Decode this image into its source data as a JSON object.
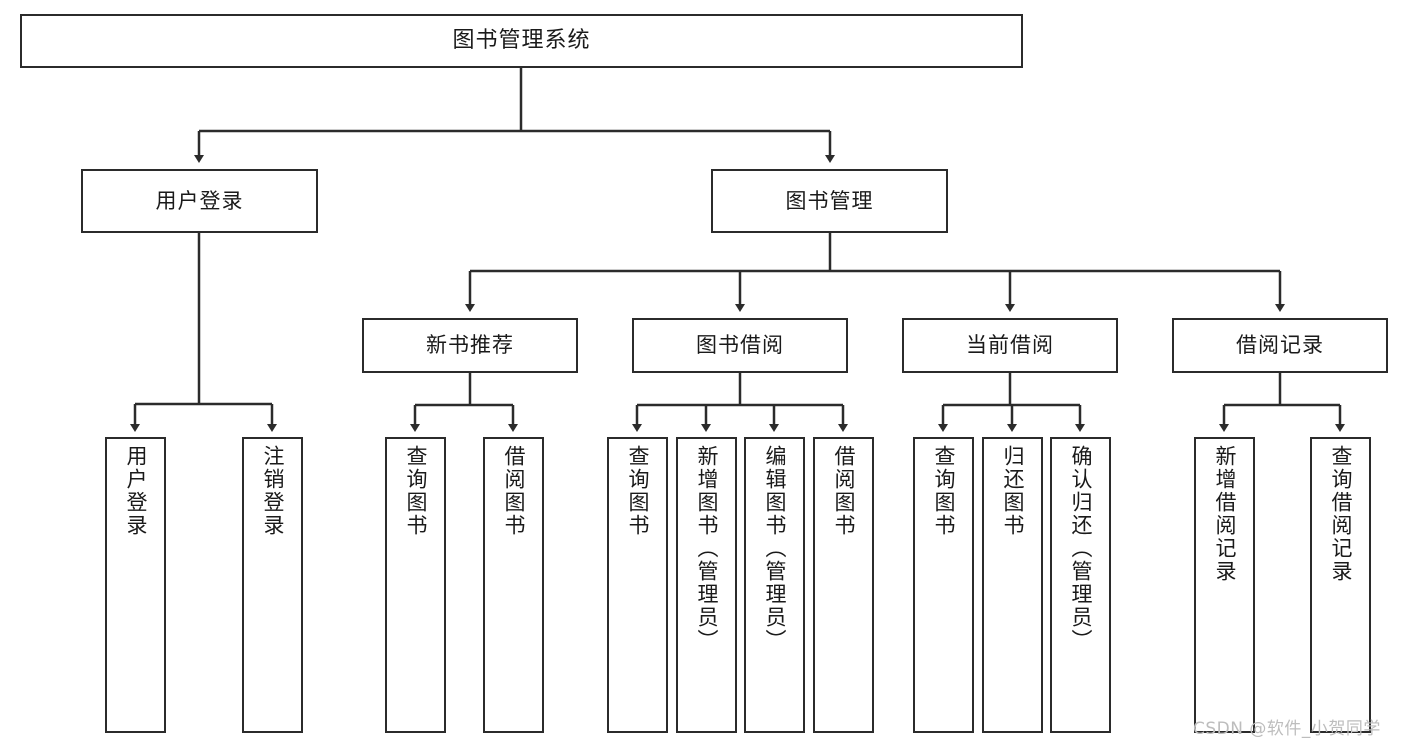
{
  "diagram": {
    "title": "图书管理系统",
    "watermark": "CSDN @软件_小贺同学",
    "colors": {
      "box_border": "#2b2b2b",
      "box_fill": "#ffffff",
      "connector": "#2b2b2b",
      "text": "#1a1a1a",
      "watermark": "#bdbdbd",
      "background": "#ffffff"
    },
    "nodes": {
      "root": "图书管理系统",
      "level2": [
        "用户登录",
        "图书管理"
      ],
      "level3": [
        "新书推荐",
        "图书借阅",
        "当前借阅",
        "借阅记录"
      ],
      "leaves_user_login": [
        "用户登录",
        "注销登录"
      ],
      "leaves_new_book": [
        "查询图书",
        "借阅图书"
      ],
      "leaves_book_borrow": [
        "查询图书",
        "新增图书（管理员）",
        "编辑图书（管理员）",
        "借阅图书"
      ],
      "leaves_current_borrow": [
        "查询图书",
        "归还图书",
        "确认归还（管理员）"
      ],
      "leaves_borrow_record": [
        "新增借阅记录",
        "查询借阅记录"
      ]
    }
  }
}
